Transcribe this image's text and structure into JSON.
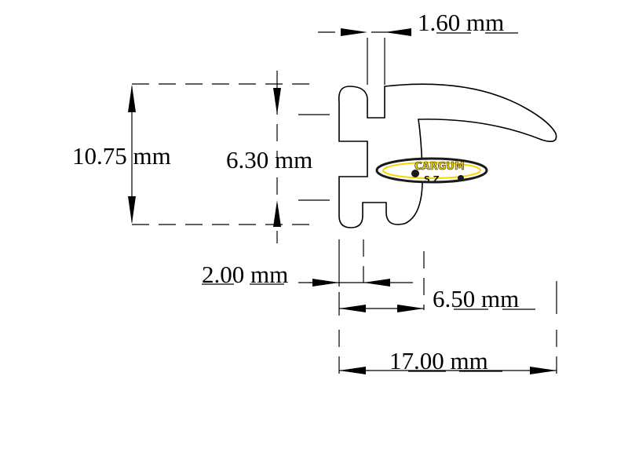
{
  "dimensions": {
    "top_width": "1.60 mm",
    "total_height": "10.75 mm",
    "inner_height": "6.30 mm",
    "bottom_gap": "2.00 mm",
    "lip_width": "6.50 mm",
    "total_width": "17.00 mm"
  },
  "logo": {
    "text": "CARGUM",
    "subtext": "S Z",
    "accent_color": "#f5d400",
    "dark_color": "#1a1a1a"
  },
  "colors": {
    "line": "#000000",
    "background": "#ffffff"
  }
}
